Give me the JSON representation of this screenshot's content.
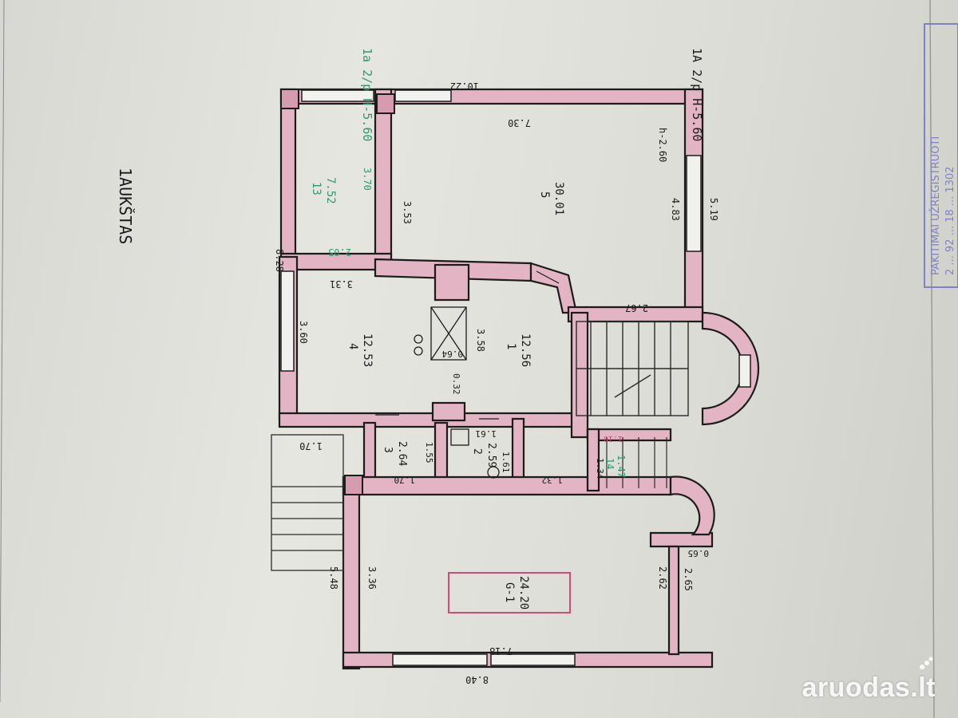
{
  "sheet": {
    "floor_label": "1AUKŠTAS",
    "markers": {
      "top_center": "1a 2/p H-5.60",
      "top_right": "1A 2/p H-5.60"
    },
    "stamp_text": "PAKITIMAI UŽREGISTRUOTI",
    "stamp_numbers": "2 ... 92 ... 18 ... 1302",
    "watermark": "aruodas.lt"
  },
  "rooms": [
    {
      "number": "13",
      "area": "7.52",
      "color": "green"
    },
    {
      "number": "5",
      "area": "30.01",
      "color": "black"
    },
    {
      "number": "4",
      "area": "12.53",
      "color": "black"
    },
    {
      "number": "1",
      "area": "12.56",
      "color": "black"
    },
    {
      "number": "3",
      "area": "2.64",
      "color": "black"
    },
    {
      "number": "2",
      "area": "2.59",
      "color": "black"
    },
    {
      "number": "14",
      "area": "1.47",
      "color": "green"
    },
    {
      "number": "G-1",
      "area": "24.20",
      "color": "black"
    }
  ],
  "dimensions": {
    "d1022": "10.22",
    "d730": "7.30",
    "d370": "3.70",
    "d353": "3.53",
    "h260": "h-2.60",
    "d483": "4.83",
    "d519": "5.19",
    "d828": "8.28",
    "d205": "2.05",
    "d331": "3.31",
    "d360": "3.60",
    "d358": "3.58",
    "d064": "0.64",
    "d032": "0.32",
    "d267": "2.67",
    "d170a": "1.70",
    "d155": "1.55",
    "d161a": "1.61",
    "d161b": "1.61",
    "d170b": "1.70",
    "d132": "1.32",
    "d134": "1.34",
    "d110": "1.10",
    "d065": "0.65",
    "d548": "5.48",
    "d336": "3.36",
    "d262": "2.62",
    "d265": "2.65",
    "d718": "7.18",
    "d840": "8.40"
  }
}
